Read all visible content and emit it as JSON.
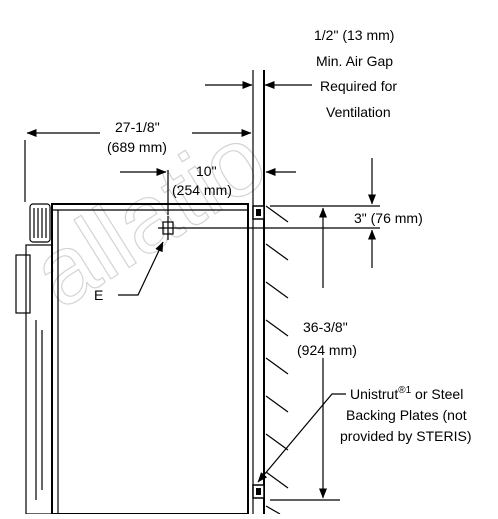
{
  "watermark": "allatio",
  "labels": {
    "air_gap_1": "1/2\" (13 mm)",
    "air_gap_2": "Min. Air Gap",
    "air_gap_3": "Required for",
    "air_gap_4": "Ventilation",
    "width_in": "27-1/8\"",
    "width_mm": "(689 mm)",
    "offset_in": "10\"",
    "offset_mm": "(254 mm)",
    "top_gap": "3\" (76 mm)",
    "point_e": "E",
    "height_in": "36-3/8\"",
    "height_mm": "(924 mm)",
    "unistrut_name": "Unistrut",
    "unistrut_sup": "®1",
    "unistrut_rest": " or Steel",
    "backing_1": "Backing Plates (not",
    "backing_2": "provided by STERIS)"
  }
}
